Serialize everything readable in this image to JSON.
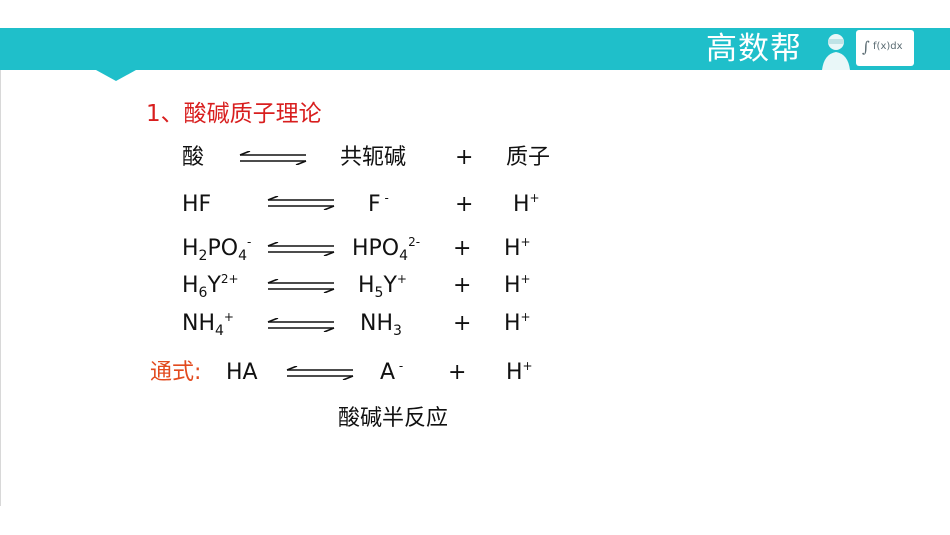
{
  "brand": {
    "name": "高数帮",
    "box_symbol": "∫",
    "box_text": "f(x)dx",
    "colors": {
      "band": "#1fbfca",
      "title": "#d81e1e",
      "general_label": "#e24a1e"
    }
  },
  "section_title": "1、酸碱质子理论",
  "header_row": {
    "acid": "酸",
    "base": "共轭碱",
    "plus": "+",
    "proton": "质子"
  },
  "reactions": [
    {
      "acid": {
        "main": "HF"
      },
      "base": {
        "main": "F",
        "sup": " -"
      },
      "plus": "+",
      "proton": {
        "main": "H",
        "sup": "+"
      }
    },
    {
      "acid": {
        "a": "H",
        "sub1": "2",
        "b": "PO",
        "sub2": "4",
        "sup": "-"
      },
      "base": {
        "a": "HPO",
        "sub": "4",
        "sup": "2-"
      },
      "plus": "+",
      "proton": {
        "main": "H",
        "sup": "+"
      }
    },
    {
      "acid": {
        "a": "H",
        "sub1": "6",
        "b": "Y",
        "sup": "2+"
      },
      "base": {
        "a": "H",
        "sub": "5",
        "b": "Y",
        "sup": "+"
      },
      "plus": "+",
      "proton": {
        "main": "H",
        "sup": "+"
      }
    },
    {
      "acid": {
        "a": "NH",
        "sub1": "4",
        "sup": "+"
      },
      "base": {
        "a": "NH",
        "sub": "3"
      },
      "plus": "+",
      "proton": {
        "main": "H",
        "sup": "+"
      }
    }
  ],
  "general": {
    "label": "通式:",
    "acid": "HA",
    "base": {
      "main": "A",
      "sup": " -"
    },
    "plus": "+",
    "proton": {
      "main": "H",
      "sup": "+"
    }
  },
  "footer_label": "酸碱半反应"
}
